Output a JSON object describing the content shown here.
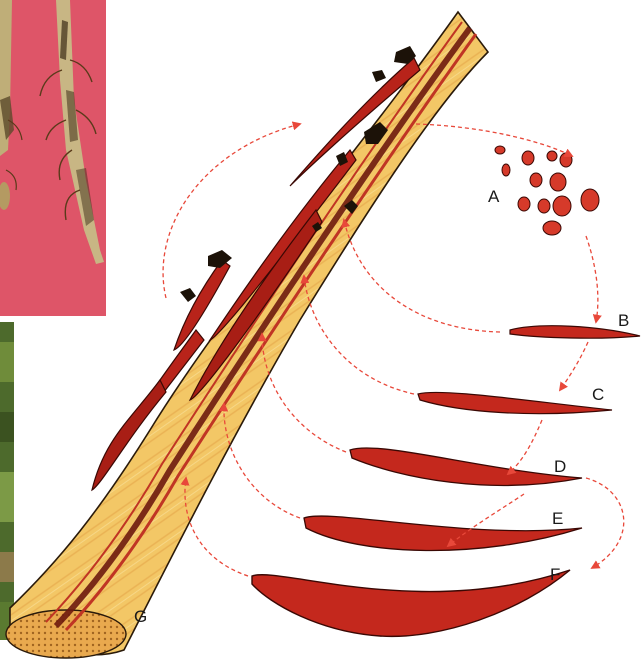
{
  "figure": {
    "labels": {
      "a": "A",
      "b": "B",
      "c": "C",
      "d": "D",
      "e": "E",
      "f": "F",
      "g": "G"
    }
  },
  "colors": {
    "wood": "#f3c766",
    "wood_dark": "#d89a3a",
    "lesion": "#b8231a",
    "lesion_dark": "#5e0d08",
    "arrow": "#e8483a",
    "photo_bg": "#d94a5e",
    "decay": "#1c1208"
  }
}
